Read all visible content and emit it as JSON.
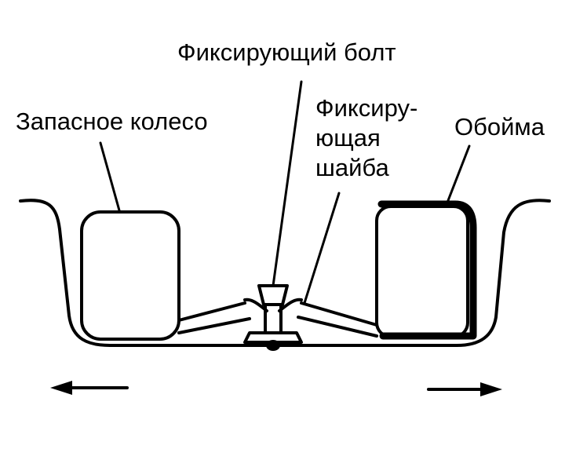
{
  "labels": {
    "spare_wheel": "Запасное колесо",
    "fixing_bolt": "Фиксирующий болт",
    "fixing_washer_line1": "Фиксиру-",
    "fixing_washer_line2": "ющая",
    "fixing_washer_line3": "шайба",
    "clip": "Обойма"
  },
  "colors": {
    "line": "#000000",
    "background": "#ffffff"
  }
}
